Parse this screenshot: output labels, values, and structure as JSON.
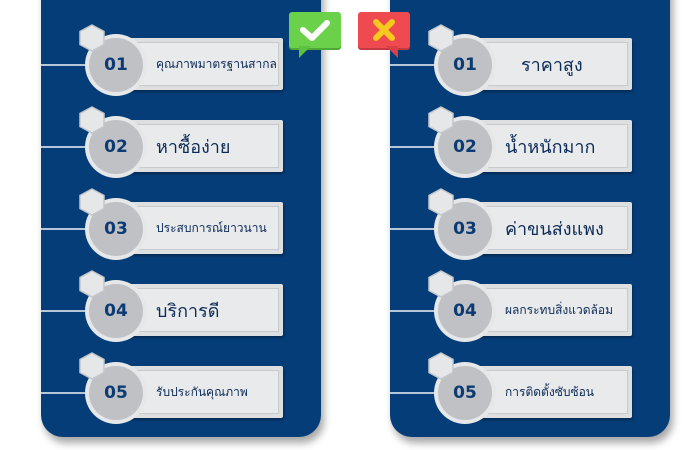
{
  "colors": {
    "panel": "#053d78",
    "card": "#e9eaec",
    "circle": "#c0c1c4",
    "number": "#0c3a73",
    "pros_badge": "#6bd14b",
    "cons_badge": "#ef4a4f",
    "cons_mark": "#f7c81e"
  },
  "pros": {
    "badge_icon": "checkmark-icon",
    "items": [
      {
        "num": "01",
        "label": "คุณภาพมาตรฐานสากล",
        "size": "sm"
      },
      {
        "num": "02",
        "label": "หาซื้อง่าย",
        "size": "lg"
      },
      {
        "num": "03",
        "label": "ประสบการณ์ยาวนาน",
        "size": "sm"
      },
      {
        "num": "04",
        "label": "บริการดี",
        "size": "lg"
      },
      {
        "num": "05",
        "label": "รับประกันคุณภาพ",
        "size": "sm"
      }
    ]
  },
  "cons": {
    "badge_icon": "cross-icon",
    "items": [
      {
        "num": "01",
        "label": "ราคาสูง",
        "size": "lg"
      },
      {
        "num": "02",
        "label": "น้ำหนักมาก",
        "size": "lg"
      },
      {
        "num": "03",
        "label": "ค่าขนส่งแพง",
        "size": "lg"
      },
      {
        "num": "04",
        "label": "ผลกระทบสิ่งแวดล้อม",
        "size": "sm"
      },
      {
        "num": "05",
        "label": "การติดตั้งซับซ้อน",
        "size": "sm"
      }
    ]
  }
}
